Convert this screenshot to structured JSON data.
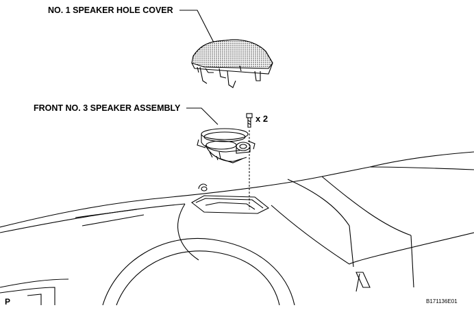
{
  "labels": {
    "cover": "NO. 1 SPEAKER HOLE COVER",
    "speaker": "FRONT NO. 3 SPEAKER ASSEMBLY",
    "quantity": "x 2",
    "corner": "P",
    "figure_code": "B171136E01"
  },
  "colors": {
    "line": "#000000",
    "background": "#ffffff"
  }
}
